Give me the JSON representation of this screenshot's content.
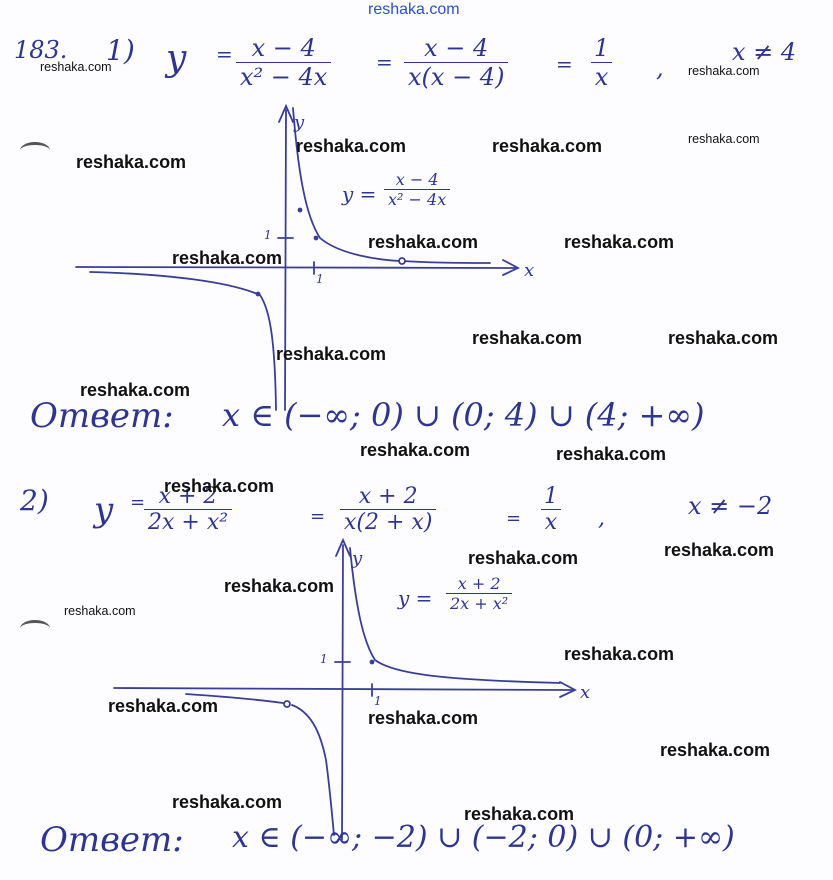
{
  "site": {
    "link_text": "reshaka.com"
  },
  "problem": {
    "number": "183.",
    "item1_label": "1)",
    "item2_label": "2)"
  },
  "part1": {
    "y": "y",
    "eq": "=",
    "f1_num": "x − 4",
    "f1_den": "x² − 4x",
    "f2_num": "x − 4",
    "f2_den": "x(x − 4)",
    "f3_num": "1",
    "f3_den": "x",
    "condition": "x ≠ 4",
    "graph_label_y": "y =",
    "graph_label_num": "x − 4",
    "graph_label_den": "x² − 4x",
    "axis_y": "y",
    "axis_x": "x",
    "tick_1y": "1",
    "tick_1x": "1",
    "answer_word": "Ответ:",
    "answer": "x ∈ (−∞; 0) ∪ (0; 4) ∪ (4; +∞)"
  },
  "part2": {
    "y": "y",
    "eq": "=",
    "f1_num": "x + 2",
    "f1_den": "2x + x²",
    "f2_num": "x + 2",
    "f2_den": "x(2 + x)",
    "f3_num": "1",
    "f3_den": "x",
    "condition": "x ≠ −2",
    "graph_label_y": "y =",
    "graph_label_num": "x + 2",
    "graph_label_den": "2x + x²",
    "axis_y": "y",
    "axis_x": "x",
    "tick_1y": "1",
    "tick_1x": "1",
    "answer_word": "Ответ:",
    "answer": "x ∈ (−∞; −2) ∪ (−2; 0) ∪ (0; +∞)"
  },
  "watermarks": [
    "reshaka.com",
    "reshaka.com",
    "reshaka.com",
    "reshaka.com",
    "reshaka.com",
    "reshaka.com",
    "reshaka.com",
    "reshaka.com",
    "reshaka.com",
    "reshaka.com",
    "reshaka.com",
    "reshaka.com",
    "reshaka.com",
    "reshaka.com",
    "reshaka.com",
    "reshaka.com",
    "reshaka.com",
    "reshaka.com",
    "reshaka.com",
    "reshaka.com",
    "reshaka.com",
    "reshaka.com",
    "reshaka.com"
  ],
  "colors": {
    "ink": "#2e3490",
    "watermark": "#111111",
    "link": "#2b50c8"
  }
}
